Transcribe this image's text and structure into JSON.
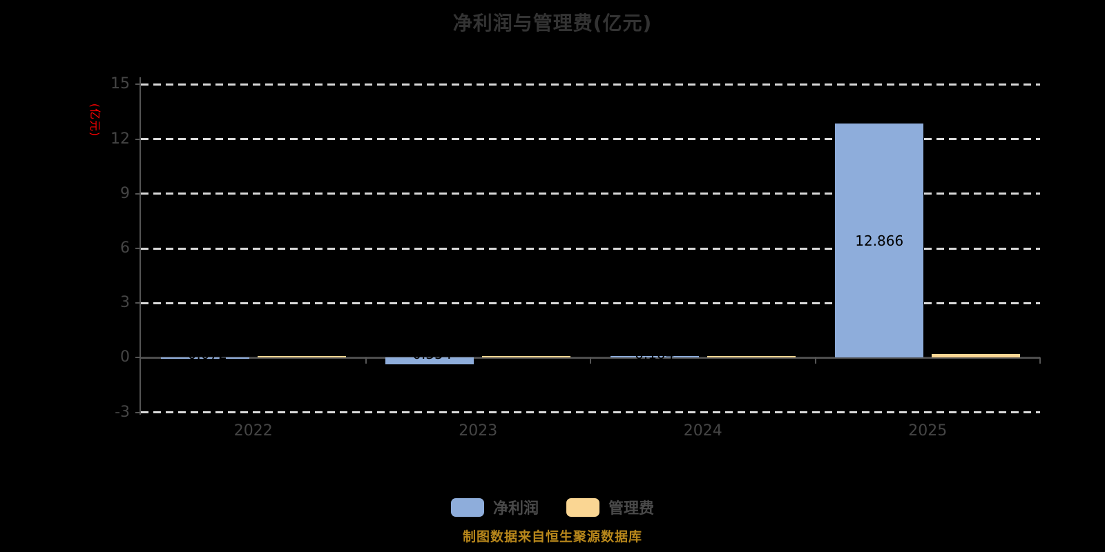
{
  "title": "净利润与管理费(亿元)",
  "footer": "制图数据来自恒生聚源数据库",
  "colors": {
    "background": "#000000",
    "title": "#333333",
    "axis_label": "#454545",
    "grid_line": "#d9d9d9",
    "zero_line": "#4d4d4d",
    "axis_line": "#555555",
    "net_profit": "#8EADDB",
    "mgmt_fee": "#FAD693",
    "value_label": "#000000",
    "y_name": "#FF0000",
    "footer_text": "#B8871B",
    "legend_label": "#4a4a4a"
  },
  "chart_data": {
    "type": "bar",
    "title": "净利润与管理费(亿元)",
    "categories": [
      "2022",
      "2023",
      "2024",
      "2025"
    ],
    "series": [
      {
        "name": "净利润",
        "color": "#8EADDB",
        "values": [
          -0.072,
          -0.354,
          0.104,
          12.866
        ],
        "labels": [
          "-0.072",
          "-0.354",
          "0.104",
          "12.866"
        ]
      },
      {
        "name": "管理费",
        "color": "#FAD693",
        "values": [
          0.01,
          0.01,
          0.01,
          0.2
        ],
        "labels": []
      }
    ],
    "ylabel": "(亿元)",
    "yticks": [
      15,
      12,
      9,
      6,
      3,
      0,
      -3
    ],
    "ylim": [
      -3,
      15
    ],
    "grid": true,
    "legend_position": "bottom"
  },
  "legend": {
    "items": [
      {
        "label": "净利润",
        "color": "#8EADDB",
        "key": "net-profit"
      },
      {
        "label": "管理费",
        "color": "#FAD693",
        "key": "mgmt-fee"
      }
    ]
  }
}
